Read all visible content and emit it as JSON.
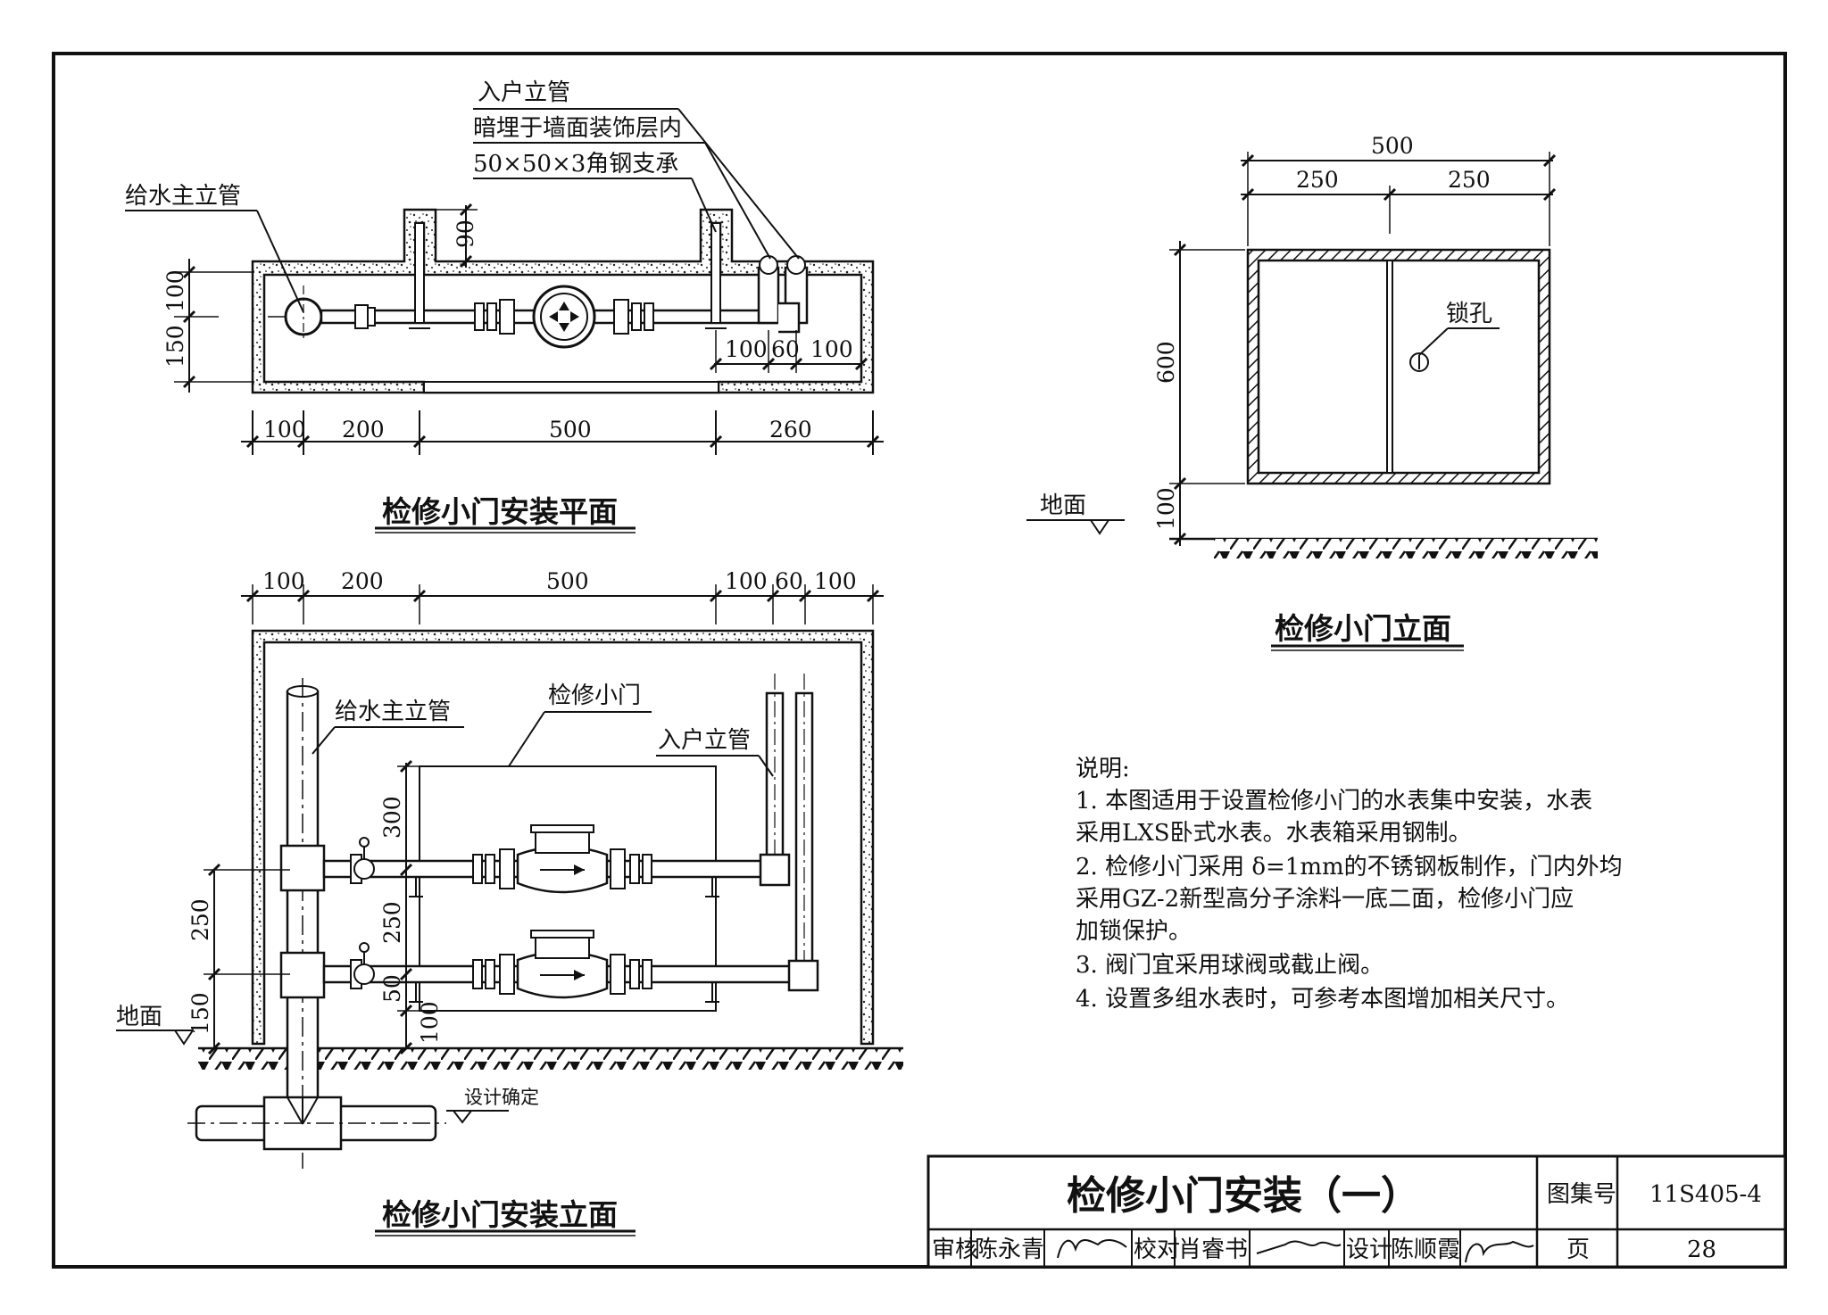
{
  "plan": {
    "title": "检修小门安装平面",
    "label_main_riser": "给水主立管",
    "label_entry_riser": "入户立管",
    "label_embed": "暗埋于墙面装饰层内",
    "label_angle": "50×50×3角钢支承",
    "dims_bottom": [
      "100",
      "200",
      "500",
      "260"
    ],
    "dims_left": [
      "100",
      "150"
    ],
    "dim_top": "90",
    "dims_inner": [
      "100",
      "60",
      "100"
    ]
  },
  "elevation": {
    "title": "检修小门安装立面",
    "label_main_riser": "给水主立管",
    "label_door": "检修小门",
    "label_entry_riser": "入户立管",
    "label_ground": "地面",
    "label_design": "设计确定",
    "dims_top": [
      "100",
      "200",
      "500",
      "100",
      "60",
      "100"
    ],
    "dims_left": [
      "250",
      "150"
    ],
    "dims_inner": [
      "300",
      "250",
      "50",
      "100"
    ]
  },
  "door": {
    "title": "检修小门立面",
    "label_lock": "锁孔",
    "label_ground": "地面",
    "dim_total": "500",
    "dims_split": [
      "250",
      "250"
    ],
    "dim_height": "600",
    "dim_base": "100"
  },
  "notes": {
    "heading": "说明:",
    "lines": [
      "1.  本图适用于设置检修小门的水表集中安装，水表",
      "     采用LXS卧式水表。水表箱采用钢制。",
      "2.  检修小门采用 δ=1mm的不锈钢板制作，门内外均",
      "     采用GZ-2新型高分子涂料一底二面，检修小门应",
      "     加锁保护。",
      "3.  阀门宜采用球阀或截止阀。",
      "4.  设置多组水表时，可参考本图增加相关尺寸。"
    ]
  },
  "title_block": {
    "title": "检修小门安装（一）",
    "atlas_label": "图集号",
    "atlas_no": "11S405-4",
    "review_label": "审核",
    "reviewer": "陈永青",
    "check_label": "校对",
    "checker": "肖睿书",
    "design_label": "设计",
    "designer": "陈顺霞",
    "page_label": "页",
    "page_no": "28"
  }
}
